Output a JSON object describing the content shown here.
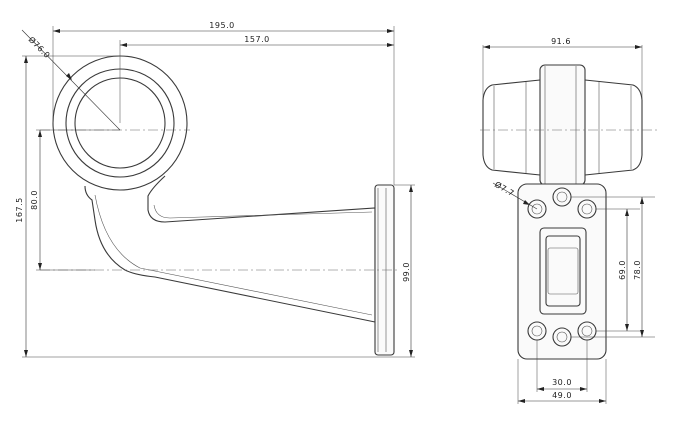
{
  "drawing": {
    "side_view": {
      "dim_total_width": "195.0",
      "dim_to_center": "157.0",
      "dim_lens_diameter": "Ø76.0",
      "dim_total_height": "167.5",
      "dim_center_height": "80.0",
      "dim_base_height": "99.0"
    },
    "end_view": {
      "dim_lens_width": "91.6",
      "dim_hole_diameter": "Ø7.7",
      "dim_inner_hole_spacing": "69.0",
      "dim_outer_hole_spacing": "78.0",
      "dim_hole_spacing_x": "30.0",
      "dim_base_width": "49.0"
    }
  }
}
